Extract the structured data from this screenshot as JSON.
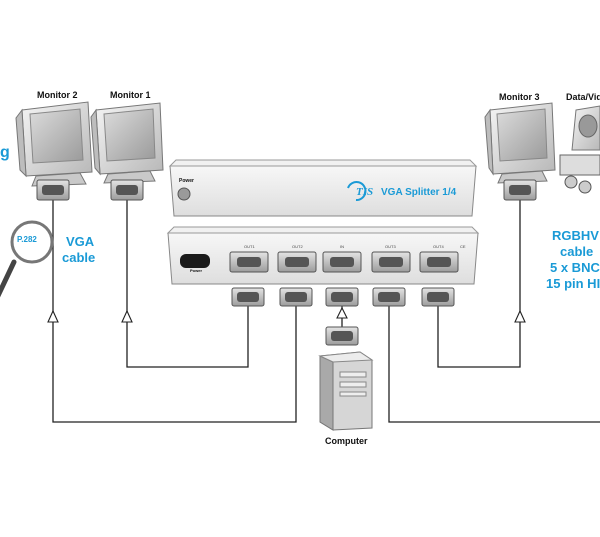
{
  "labels": {
    "monitor2": "Monitor 2",
    "monitor1": "Monitor 1",
    "monitor3": "Monitor 3",
    "data_video": "Data/Vid",
    "computer": "Computer"
  },
  "device": {
    "power_label": "Power",
    "brand": "TIS",
    "product": "VGA Splitter 1/4",
    "rear_power_label": "Power",
    "port_labels": [
      "OUT1",
      "OUT2",
      "IN",
      "OUT3",
      "OUT4",
      "CE"
    ]
  },
  "left_annotation": {
    "page_ref": "P.282",
    "cable_line1": "VGA",
    "cable_line2": "cable",
    "cut_text": "g"
  },
  "right_annotation": {
    "line1": "RGBHV",
    "line2": "cable",
    "line3": "5 x BNC",
    "line4": "15 pin HI"
  },
  "colors": {
    "accent_blue": "#1a9ad6",
    "line": "#222222",
    "device_body": "#eeeeef"
  }
}
